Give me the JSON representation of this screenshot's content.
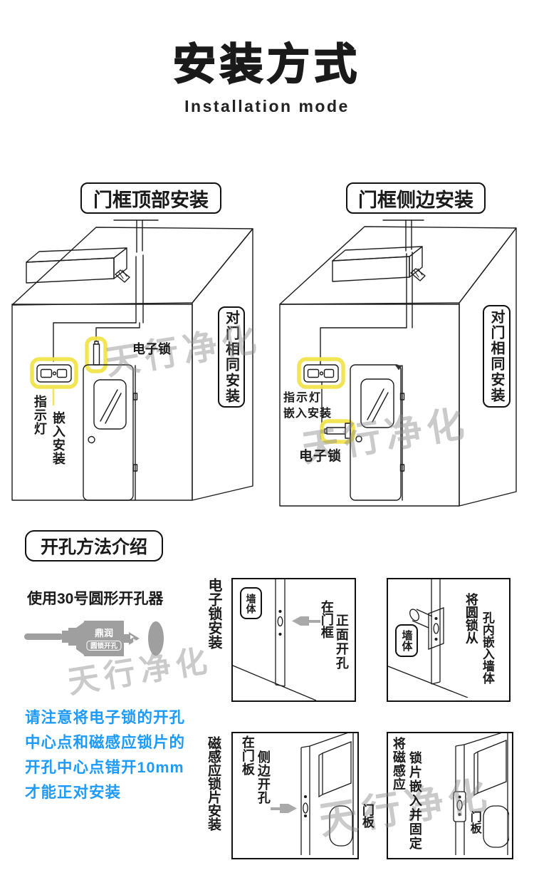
{
  "header": {
    "title": "安装方式",
    "subtitle": "Installation mode"
  },
  "watermark": {
    "text": "天行净化"
  },
  "top_section": {
    "left_heading": "门框顶部安装",
    "right_heading": "门框侧边安装",
    "same_install_vertical": "对门相同安装",
    "left_diagram": {
      "lock_label": "电子锁",
      "indicator_label": "指示灯",
      "embed_label": "嵌入安装"
    },
    "right_diagram": {
      "indicator_label": "指示灯",
      "embed_label": "嵌入安装",
      "lock_label": "电子锁"
    }
  },
  "hole_section": {
    "heading": "开孔方法介绍",
    "tool_note": "使用30号圆形开孔器",
    "drill_brand": "鼎润",
    "drill_label": "圆锁开孔",
    "note_lines": [
      "请注意将电子锁的开孔",
      "中心点和磁感应锁片的",
      "开孔中心点错开10mm",
      "才能正对安装"
    ]
  },
  "steps": {
    "row1_label": "电子锁安装",
    "row2_label": "磁感应锁片安装",
    "panel1": {
      "wall_tag": "墙体",
      "col1": "在门框",
      "col2": "正面开孔"
    },
    "panel2": {
      "wall_tag": "墙体",
      "col1": "将圆锁从",
      "col2": "孔内嵌入墙体"
    },
    "panel3": {
      "col1": "在门板",
      "col2": "侧边开孔",
      "door_tag": "门板"
    },
    "panel4": {
      "col1": "将磁感应",
      "col2": "锁片嵌入并固定",
      "door_tag": "门板"
    }
  },
  "colors": {
    "highlight": "#F1E44C",
    "line": "#1c1c1c",
    "tool_gray": "#9f9f9f",
    "watermark_gray": "#8c8c8c",
    "note_blue": "#1E9BFA"
  }
}
